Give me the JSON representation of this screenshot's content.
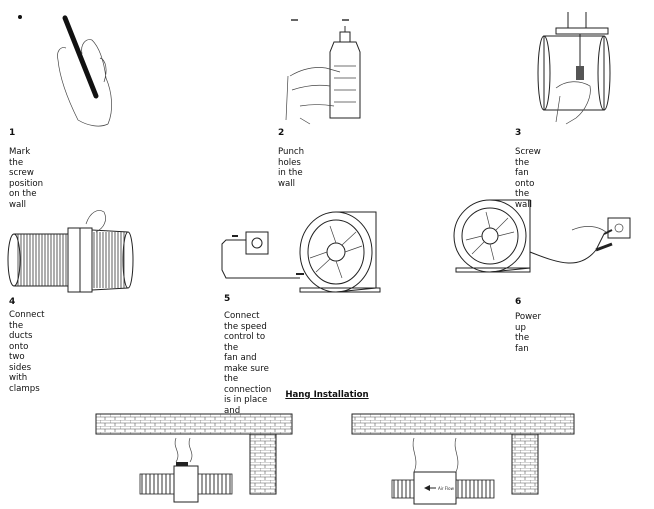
{
  "steps": [
    {
      "number": "1",
      "caption": "Mark the screw position\non the wall"
    },
    {
      "number": "2",
      "caption": "Punch holes in the wall"
    },
    {
      "number": "3",
      "caption": "Screw the fan onto the wall"
    },
    {
      "number": "4",
      "caption": "Connect the ducts onto\ntwo sides with clamps"
    },
    {
      "number": "5",
      "caption": "Connect the speed control to the\nfan and make sure the connection\nis in place and fastened"
    },
    {
      "number": "6",
      "caption": "Power up the fan"
    }
  ],
  "hang": {
    "title": "Hang Installation",
    "airflow_label": "Air Flow"
  },
  "icons": [
    "hand-pen-icon",
    "hand-drill-icon",
    "wall-mount-fan-icon",
    "duct-clamp-icon",
    "speed-control-fan-icon",
    "power-plug-fan-icon",
    "ceiling-hang-duct-icon",
    "ceiling-hang-inline-fan-icon"
  ]
}
